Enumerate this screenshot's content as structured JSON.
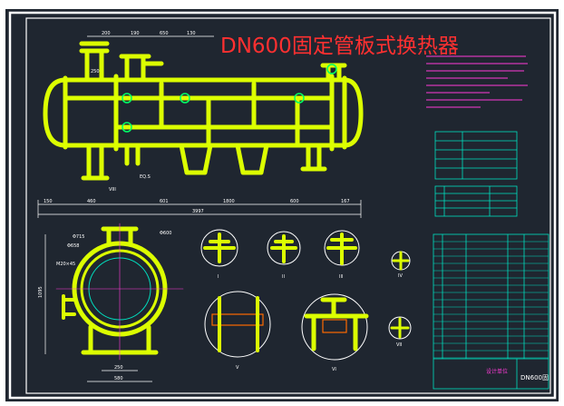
{
  "drawing": {
    "title": "DN600固定管板式换热器",
    "colors": {
      "background": "#1f2630",
      "frame": "#ffffff",
      "title": "#ff3030",
      "part": "#dcff00",
      "part_dark": "#8fb800",
      "dimension": "#ffffff",
      "accent": "#00ff66",
      "annotation": "#ff3bd8",
      "table_line": "#00e0c0",
      "hatch": "#ff6a00"
    },
    "dimensions": {
      "top": [
        "200",
        "190",
        "650",
        "130"
      ],
      "bottom": [
        "150",
        "460",
        "601",
        "1800",
        "600",
        "167"
      ],
      "overall": "3997",
      "left_view_bottom_1": "250",
      "left_view_bottom_2": "580",
      "left_view_side": "1095",
      "left_view_top_1": "Φ715",
      "left_view_top_2": "Φ600",
      "left_view_label": "M20×45",
      "left_view_dia": "Φ658",
      "nozzle_top_left": "250",
      "small_note": "EQ.S"
    },
    "section_labels": [
      "I",
      "II",
      "III",
      "IV",
      "V",
      "VI",
      "VII",
      "VIII"
    ],
    "title_block": {
      "part_name": "DN600固",
      "unit_name": "设计单位"
    }
  }
}
